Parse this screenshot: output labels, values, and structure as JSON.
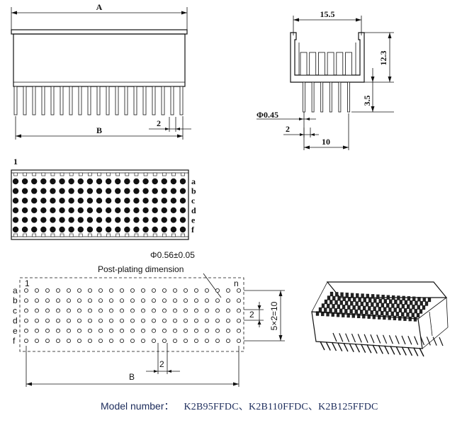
{
  "top_view": {
    "dim_a": "A",
    "dim_b": "B",
    "pitch": "2"
  },
  "side_view": {
    "width": "15.5",
    "height": "12.3",
    "pin_length": "3.5",
    "pin_diameter": "Φ0.45",
    "pitch": "2",
    "row_span": "10"
  },
  "front_view": {
    "pin_one": "1",
    "rows": [
      "a",
      "b",
      "c",
      "d",
      "e",
      "f"
    ]
  },
  "footprint": {
    "hole_diameter": "Φ0.56±0.05",
    "note": "Post-plating dimension",
    "pin_one": "1",
    "pin_n": "n",
    "rows": [
      "a",
      "b",
      "c",
      "d",
      "e",
      "f"
    ],
    "row_pitch": "2",
    "row_span": "5×2=10",
    "col_pitch": "2",
    "dim_b": "B"
  },
  "caption": {
    "label": "Model number：",
    "models": "K2B95FFDC、K2B110FFDC、K2B125FFDC"
  }
}
